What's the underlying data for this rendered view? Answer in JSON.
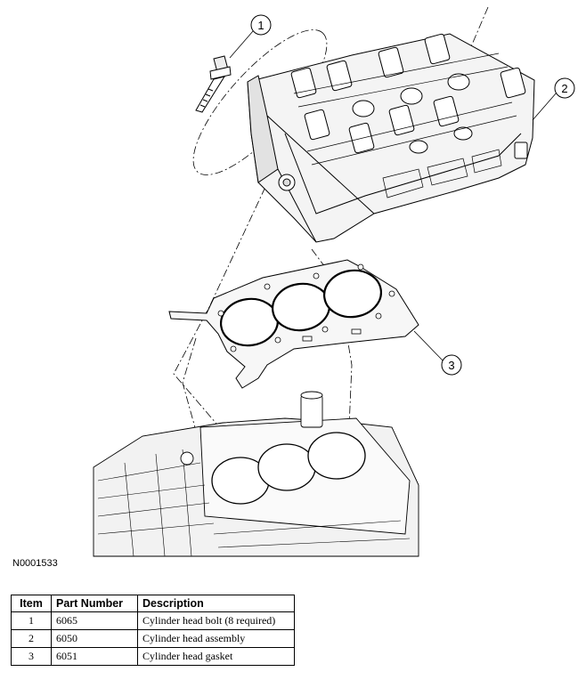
{
  "callouts": [
    {
      "number": "1",
      "part": "Cylinder head bolt"
    },
    {
      "number": "2",
      "part": "Cylinder head assembly"
    },
    {
      "number": "3",
      "part": "Cylinder head gasket"
    }
  ],
  "figure_id": "N0001533",
  "table": {
    "headers": {
      "item": "Item",
      "part_number": "Part Number",
      "description": "Description"
    },
    "rows": [
      {
        "item": "1",
        "part_number": "6065",
        "description": "Cylinder head bolt (8 required)"
      },
      {
        "item": "2",
        "part_number": "6050",
        "description": "Cylinder head assembly"
      },
      {
        "item": "3",
        "part_number": "6051",
        "description": "Cylinder head gasket"
      }
    ]
  }
}
